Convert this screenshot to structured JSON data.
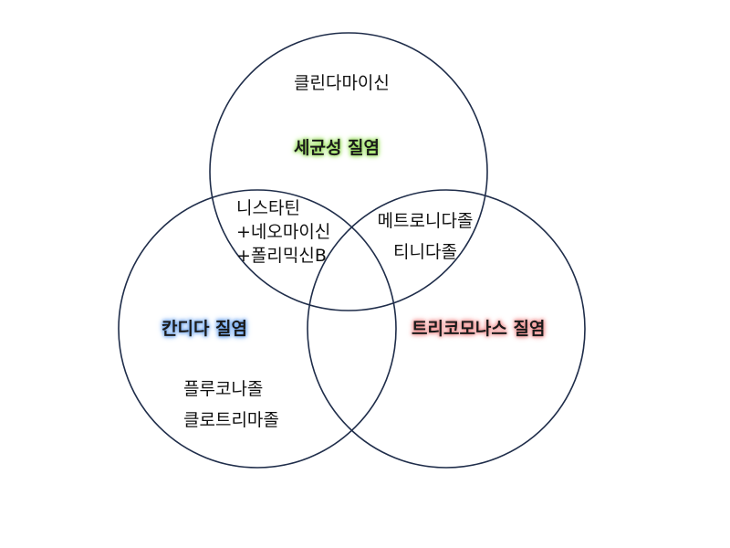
{
  "diagram": {
    "sets": {
      "bacterial": {
        "title": "세균성 질염",
        "glow_color": "#9be05f",
        "drug": "클린다마이신"
      },
      "candida": {
        "title": "칸디다 질염",
        "glow_color": "#6fa6ef",
        "drugs": [
          "플루코나졸",
          "클로트리마졸"
        ]
      },
      "trichomonas": {
        "title": "트리코모나스 질염",
        "glow_color": "#f08f8f"
      }
    },
    "overlaps": {
      "bacterial_candida": [
        "니스타틴",
        "+네오마이신",
        "+폴리믹신B"
      ],
      "bacterial_trichomonas": [
        "메트로니다졸",
        "티니다졸"
      ]
    },
    "circle_stroke_color": "#1f2d4a"
  }
}
